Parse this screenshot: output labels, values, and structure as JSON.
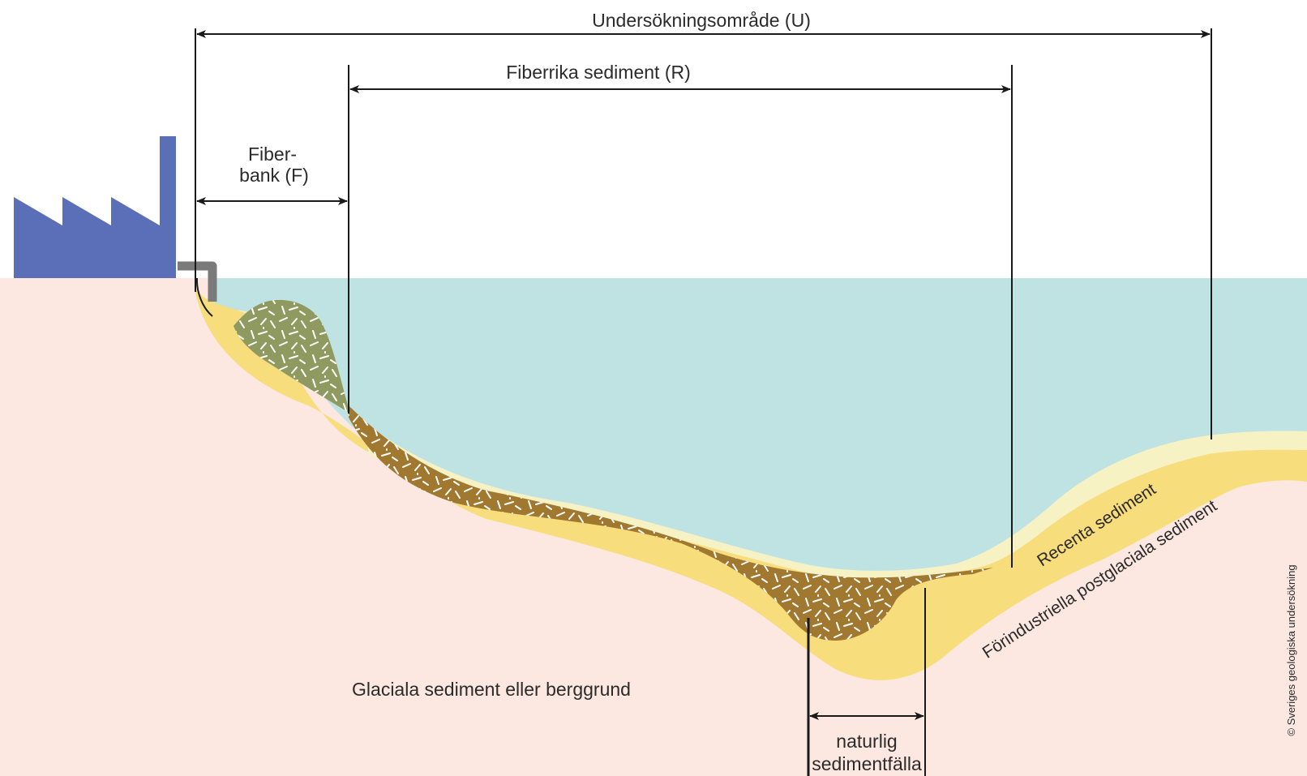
{
  "labels": {
    "survey_area": "Undersökningsområde (U)",
    "fiber_rich": "Fiberrika sediment (R)",
    "fiber_bank_line1": "Fiber-",
    "fiber_bank_line2": "bank (F)",
    "glacial": "Glaciala sediment eller berggrund",
    "recent": "Recenta sediment",
    "preindustrial": "Förindustriella postglaciala sediment",
    "trap_line1": "naturlig",
    "trap_line2": "sedimentfälla",
    "copyright": "© Sveriges geologiska undersökning"
  },
  "colors": {
    "bedrock": "#fce8e0",
    "water": "#bfe3e2",
    "postglacial": "#f7dd7c",
    "recent": "#f6f2c4",
    "fiber_rich": "#a07830",
    "fiber_bank": "#8f9a60",
    "factory": "#5b6fb8",
    "pipe": "#7a7a7a",
    "line": "#1a1a1a"
  }
}
